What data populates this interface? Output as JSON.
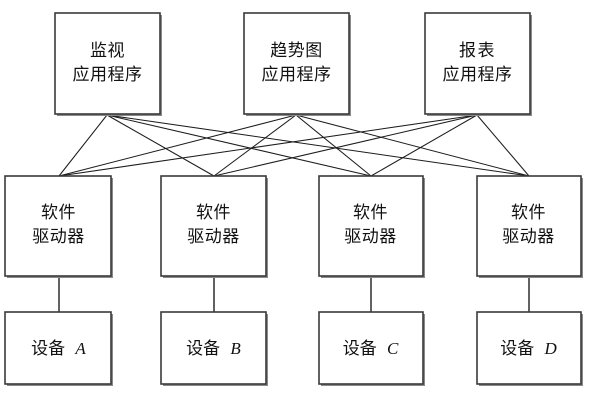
{
  "diagram": {
    "title": "",
    "background_color": "#ffffff",
    "box_fill": "#ffffff",
    "box_stroke": "#3a3a3a",
    "line_color": "#1c1c1c",
    "layers": [
      {
        "name": "applications",
        "nodes": [
          {
            "id": "app-1",
            "line1": "监视",
            "line2": "应用程序"
          },
          {
            "id": "app-2",
            "line1": "趋势图",
            "line2": "应用程序"
          },
          {
            "id": "app-3",
            "line1": "报表",
            "line2": "应用程序"
          }
        ]
      },
      {
        "name": "drivers",
        "nodes": [
          {
            "id": "driver-1",
            "line1": "软件",
            "line2": "驱动器"
          },
          {
            "id": "driver-2",
            "line1": "软件",
            "line2": "驱动器"
          },
          {
            "id": "driver-3",
            "line1": "软件",
            "line2": "驱动器"
          },
          {
            "id": "driver-4",
            "line1": "软件",
            "line2": "驱动器"
          }
        ]
      },
      {
        "name": "devices",
        "nodes": [
          {
            "id": "device-a",
            "prefix": "设备",
            "letter": "A"
          },
          {
            "id": "device-b",
            "prefix": "设备",
            "letter": "B"
          },
          {
            "id": "device-c",
            "prefix": "设备",
            "letter": "C"
          },
          {
            "id": "device-d",
            "prefix": "设备",
            "letter": "D"
          }
        ]
      }
    ],
    "edges": {
      "app_to_driver_count": 12,
      "driver_to_device_count": 4,
      "description": "每个应用程序连接到全部四个软件驱动器；每个软件驱动器连接到一个设备"
    }
  }
}
